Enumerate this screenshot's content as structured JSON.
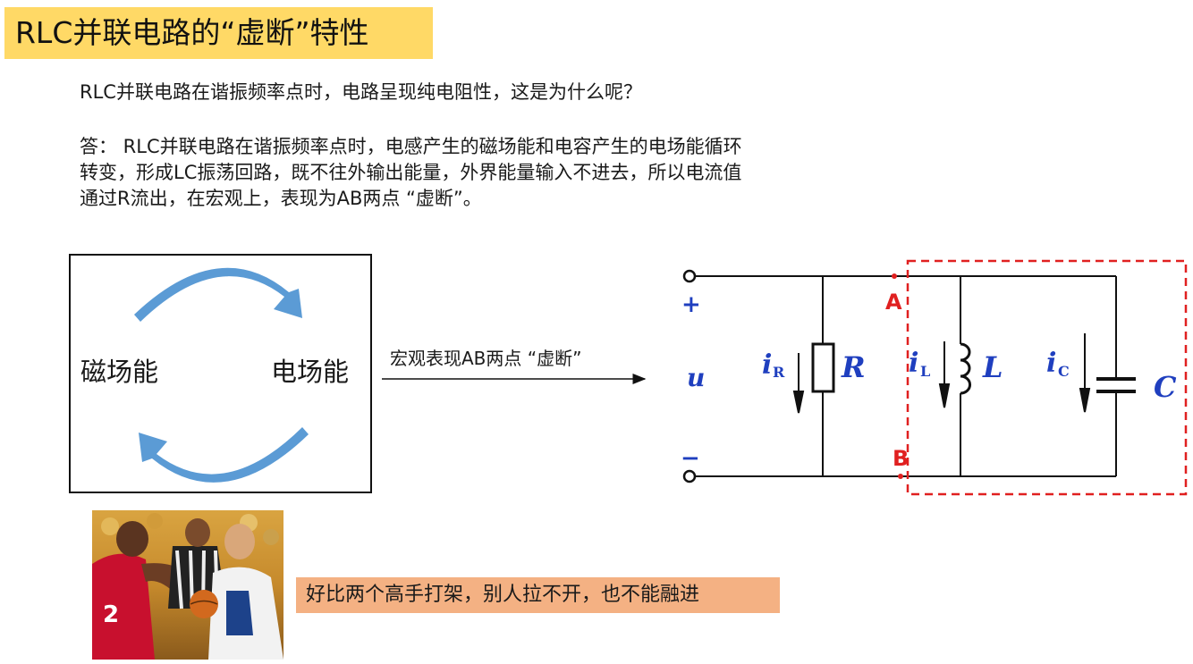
{
  "title": "RLC并联电路的“虚断”特性",
  "question": "RLC并联电路在谐振频率点时，电路呈现纯电阻性，这是为什么呢？",
  "answer_lines": [
    "答：  RLC并联电路在谐振频率点时，电感产生的磁场能和电容产生的电场能循环",
    "转变，形成LC振荡回路，既不往外输出能量，外界能量输入不进去，所以电流值",
    "通过R流出，在宏观上，表现为AB两点 “虚断”。"
  ],
  "energy_cycle": {
    "left_label": "磁场能",
    "right_label": "电场能"
  },
  "arrow_label": "宏观表现AB两点 “虚断”",
  "circuit": {
    "plus": "+",
    "minus": "−",
    "source": "u",
    "node_a": "A",
    "node_b": "B",
    "current_r": "i",
    "current_r_sub": "R",
    "current_l": "i",
    "current_l_sub": "L",
    "current_c": "i",
    "current_c_sub": "C",
    "resistor": "R",
    "inductor": "L",
    "capacitor": "C"
  },
  "photo_jersey_number": "2",
  "analogy": "好比两个高手打架，别人拉不开，也不能融进",
  "colors": {
    "title_bg": "#FFD966",
    "analogy_bg": "#F4B183",
    "cycle_arrow": "#5B9BD5",
    "circuit_blue": "#1F3FBF",
    "node_red": "#E02020",
    "dashed_red": "#E02020"
  }
}
